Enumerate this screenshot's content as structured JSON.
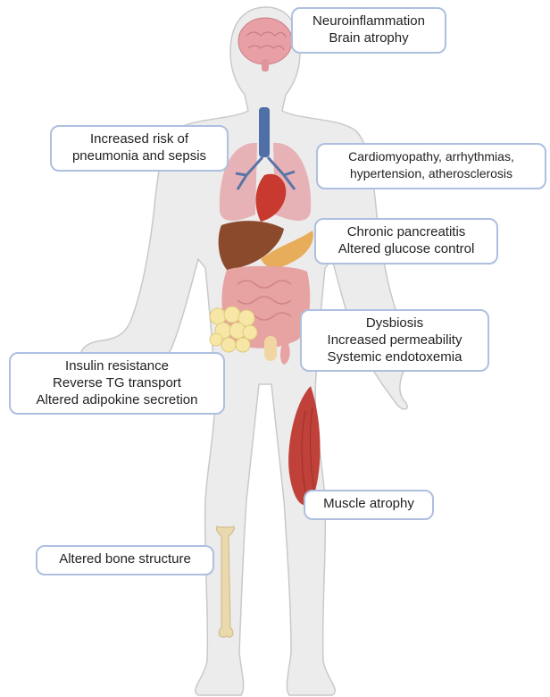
{
  "colors": {
    "body_fill": "#ececec",
    "body_stroke": "#c9c9c9",
    "callout_border": "#aebfe0",
    "brain": "#e8a0a6",
    "lungs": "#e7b2b6",
    "bronchi": "#5a74a8",
    "trachea": "#4f6fa6",
    "heart": "#c8392f",
    "liver": "#8b4a2b",
    "pancreas": "#e8ad5a",
    "intestine": "#e7a2a2",
    "adipose": "#f6e7a6",
    "muscle": "#c0403a",
    "bone": "#e9d9ac"
  },
  "callouts": {
    "brain": [
      "Neuroinflammation",
      "Brain atrophy"
    ],
    "lungs": [
      "Increased risk of",
      "pneumonia and sepsis"
    ],
    "heart": [
      "Cardiomyopathy, arrhythmias,",
      "hypertension, atherosclerosis"
    ],
    "pancreas": [
      "Chronic pancreatitis",
      "Altered glucose control"
    ],
    "gut": [
      "Dysbiosis",
      "Increased permeability",
      "Systemic endotoxemia"
    ],
    "adipose": [
      "Insulin resistance",
      "Reverse TG transport",
      "Altered adipokine secretion"
    ],
    "muscle": [
      "Muscle atrophy"
    ],
    "bone": [
      "Altered bone structure"
    ]
  }
}
